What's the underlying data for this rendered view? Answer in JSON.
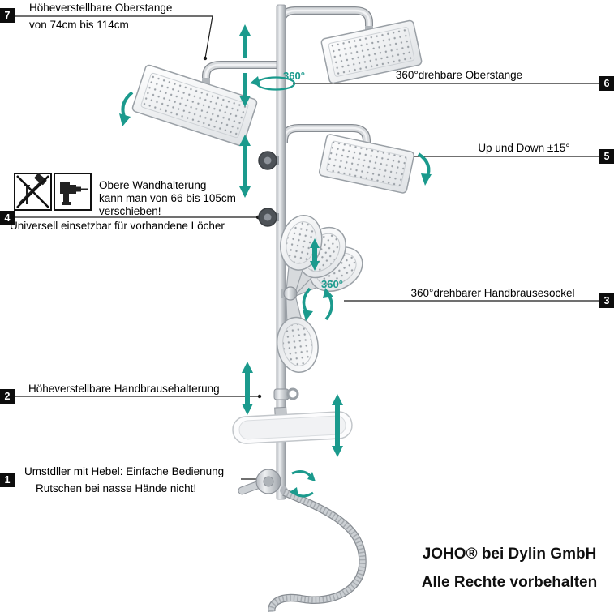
{
  "callouts": {
    "c7": {
      "num": "7",
      "line1": "Höheverstellbare Oberstange",
      "line2": "von 74cm bis 114cm"
    },
    "c6": {
      "num": "6",
      "label": "360°drehbare Oberstange"
    },
    "c5": {
      "num": "5",
      "label": "Up und Down ±15°"
    },
    "c4": {
      "num": "4",
      "icon_line1": "Obere Wandhalterung",
      "icon_line2": "kann man von 66 bis 105cm",
      "icon_line3": "verschieben!",
      "label": "Universell einsetzbar für vorhandene Löcher"
    },
    "c3": {
      "num": "3",
      "label": "360°drehbarer Handbrausesockel"
    },
    "c2": {
      "num": "2",
      "label": "Höheverstellbare Handbrausehalterung"
    },
    "c1": {
      "num": "1",
      "line1": "Umstdller mit Hebel: Einfache Bedienung",
      "line2": "Rutschen bei nasse Hände nicht!"
    }
  },
  "rotation_labels": {
    "top": "360°",
    "hand": "360°"
  },
  "icons": {
    "no_tools": "no-hammer-icon",
    "drill": "drill-icon"
  },
  "footer": {
    "line1": "JOHO® bei Dylin GmbH",
    "line2": "Alle Rechte vorbehalten"
  },
  "colors": {
    "accent": "#1b9a8d",
    "callout_badge": "#0d0d0d",
    "chrome": "#c9ccd0",
    "line": "#1a1a1a"
  }
}
